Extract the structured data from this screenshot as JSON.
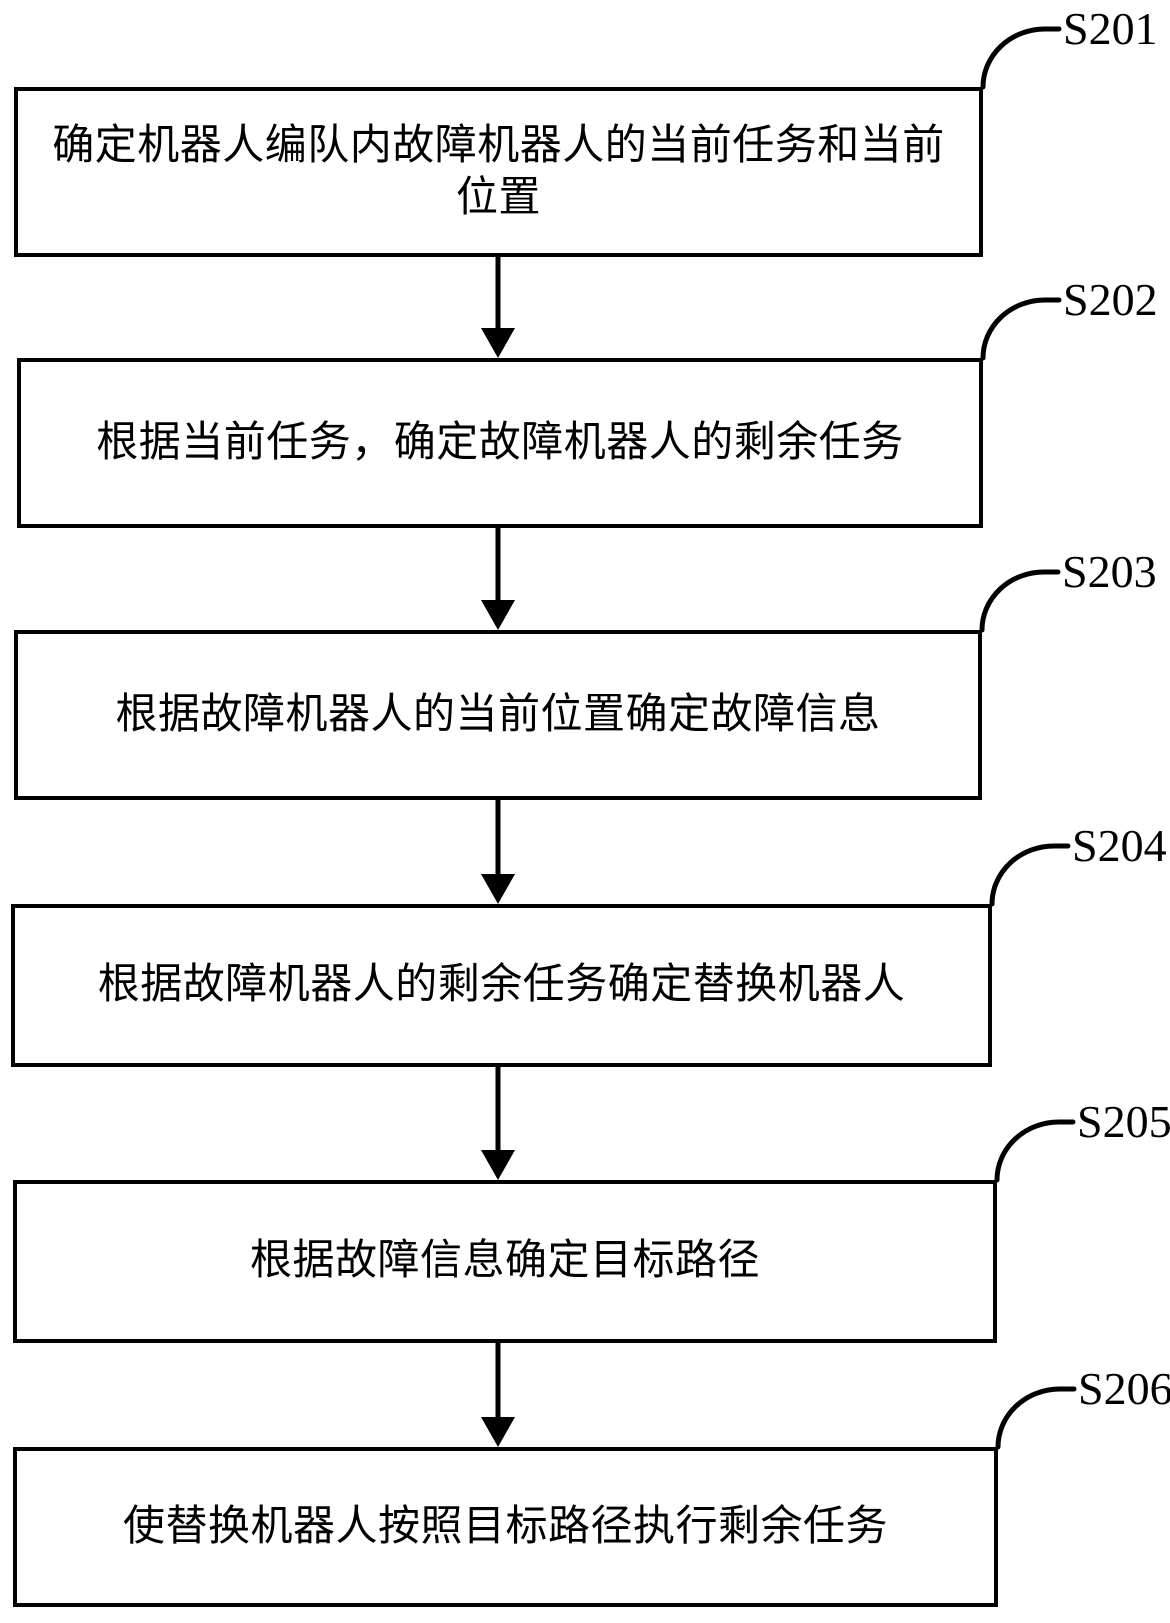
{
  "diagram": {
    "type": "flowchart",
    "line_color": "#000000",
    "background_color": "#ffffff",
    "steps": [
      {
        "label": "S201",
        "lines": [
          "确定机器人编队内故障机器人的当前任务和当前",
          "位置"
        ]
      },
      {
        "label": "S202",
        "lines": [
          "根据当前任务，确定故障机器人的剩余任务"
        ]
      },
      {
        "label": "S203",
        "lines": [
          "根据故障机器人的当前位置确定故障信息"
        ]
      },
      {
        "label": "S204",
        "lines": [
          "根据故障机器人的剩余任务确定替换机器人"
        ]
      },
      {
        "label": "S205",
        "lines": [
          "根据故障信息确定目标路径"
        ]
      },
      {
        "label": "S206",
        "lines": [
          "使替换机器人按照目标路径执行剩余任务"
        ]
      }
    ]
  }
}
